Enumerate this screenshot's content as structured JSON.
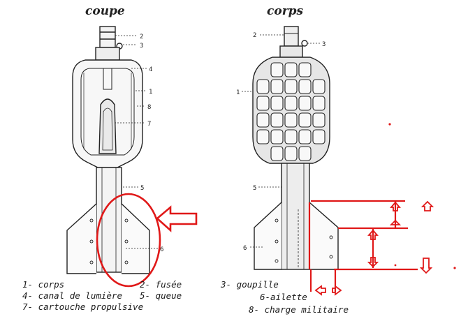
{
  "titles": {
    "left": "coupe",
    "right": "corps"
  },
  "left_callouts": [
    "2",
    "3",
    "4",
    "1",
    "8",
    "7",
    "5",
    "6"
  ],
  "right_callouts": [
    "2",
    "3",
    "1",
    "5",
    "6"
  ],
  "legend": {
    "col1": [
      "1- corps",
      "4- canal de lumière",
      "7- cartouche propulsive"
    ],
    "col2": [
      "2- fusée",
      "5- queue"
    ],
    "col3": [
      "3- goupille",
      "6-ailette",
      "8- charge militaire"
    ]
  },
  "colors": {
    "ink": "#222222",
    "annotation_red": "#e01818",
    "paper": "#ffffff"
  },
  "annotations": [
    "red-ellipse",
    "left-pointing-arrow",
    "up-arrow",
    "down-arrow",
    "measurement-lines"
  ]
}
